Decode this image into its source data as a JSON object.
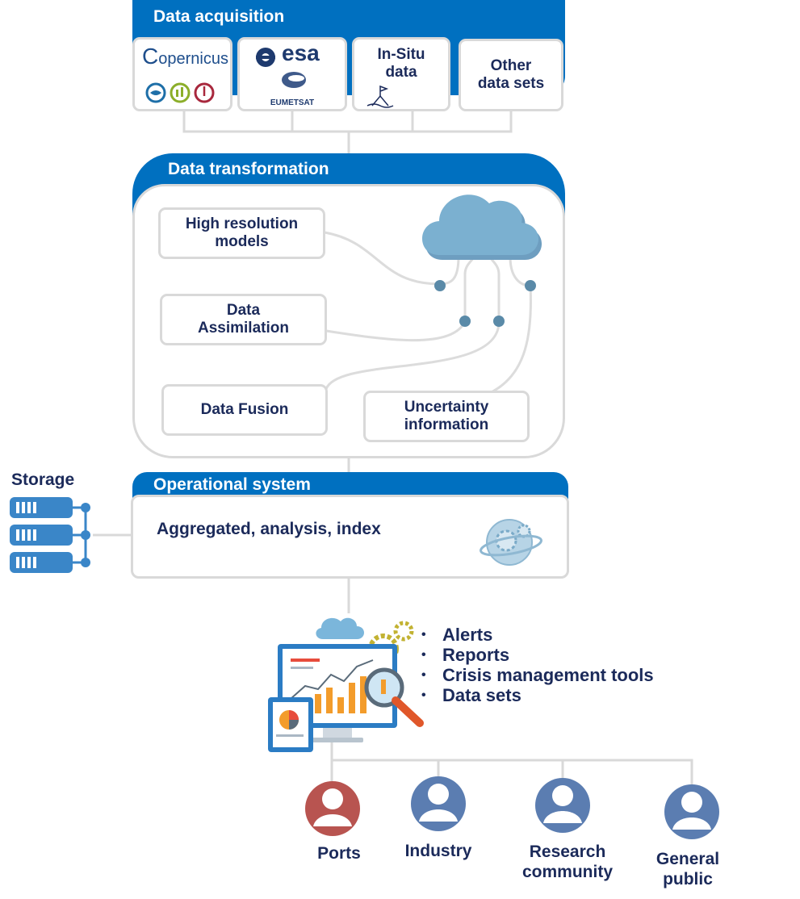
{
  "acquisition": {
    "title": "Data acquisition",
    "sources": [
      {
        "name": "copernicus",
        "text": "opernicus",
        "initial": "C"
      },
      {
        "name": "esa",
        "text": "esa",
        "sub": "EUMETSAT"
      },
      {
        "name": "in-situ",
        "text": "In-Situ\ndata"
      },
      {
        "name": "other",
        "text": "Other\ndata sets"
      }
    ]
  },
  "transformation": {
    "title": "Data transformation",
    "items": [
      {
        "text": "High resolution\nmodels"
      },
      {
        "text": "Data\nAssimilation"
      },
      {
        "text": "Data Fusion"
      },
      {
        "text": "Uncertainty\ninformation"
      }
    ]
  },
  "storage": {
    "title": "Storage"
  },
  "operational": {
    "title": "Operational system",
    "text": "Aggregated, analysis, index"
  },
  "outputs": [
    "Alerts",
    "Reports",
    "Crisis management tools",
    "Data sets"
  ],
  "users": [
    {
      "label": "Ports",
      "color": "#b85450"
    },
    {
      "label": "Industry",
      "color": "#5b7db1"
    },
    {
      "label": "Research\ncommunity",
      "color": "#5b7db1"
    },
    {
      "label": "General\npublic",
      "color": "#5b7db1"
    }
  ],
  "colors": {
    "accent": "#0070c0",
    "border": "#d9d9d9",
    "text": "#1b2a5a",
    "node": "#5a8aa8"
  }
}
